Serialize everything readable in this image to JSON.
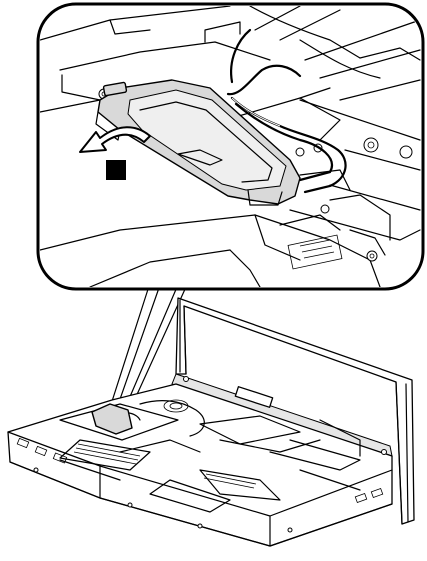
{
  "figure": {
    "step_marker_icon": "black-square",
    "arrow_icon": "curved-lift-arrow",
    "callout_shape": "rounded-square",
    "colors": {
      "line": "#000000",
      "background": "#ffffff",
      "fill": "#d9d9d9"
    }
  }
}
